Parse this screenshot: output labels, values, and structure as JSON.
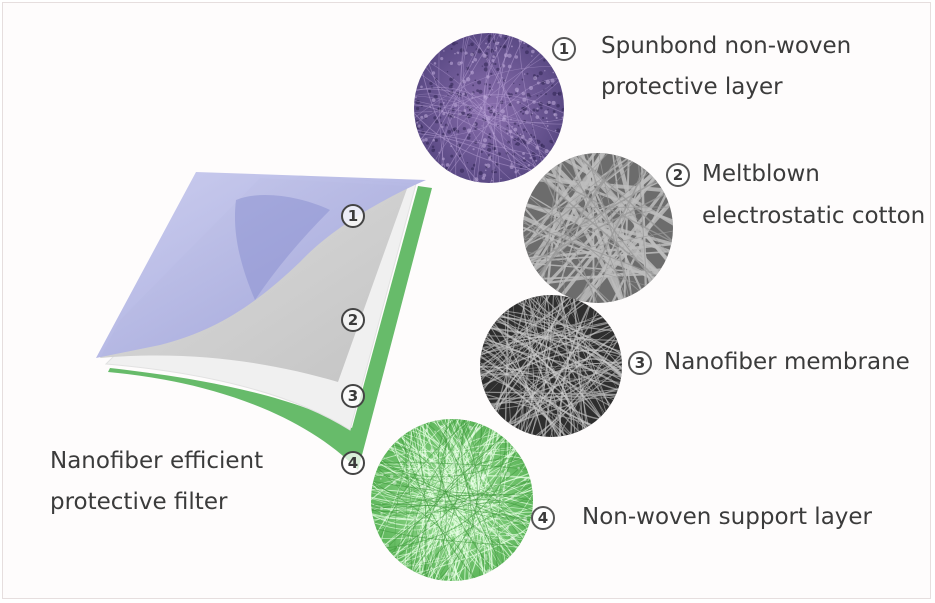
{
  "title": {
    "line1": "Nanofiber efficient",
    "line2": "protective filter"
  },
  "layers": [
    {
      "number": "1",
      "label_line1": "Spunbond non-woven",
      "label_line2": "protective layer",
      "color": "#7a68a8",
      "texture": "fine-fiber-purple"
    },
    {
      "number": "2",
      "label_line1": "Meltblown",
      "label_line2": "electrostatic cotton",
      "color": "#7b7b7b",
      "texture": "straight-fibers-grey"
    },
    {
      "number": "3",
      "label_line1": "Nanofiber membrane",
      "label_line2": "",
      "color": "#3c3c3c",
      "texture": "dense-fibers-dark"
    },
    {
      "number": "4",
      "label_line1": "Non-woven support layer",
      "label_line2": "",
      "color": "#7cc47a",
      "texture": "fine-fiber-green"
    }
  ]
}
